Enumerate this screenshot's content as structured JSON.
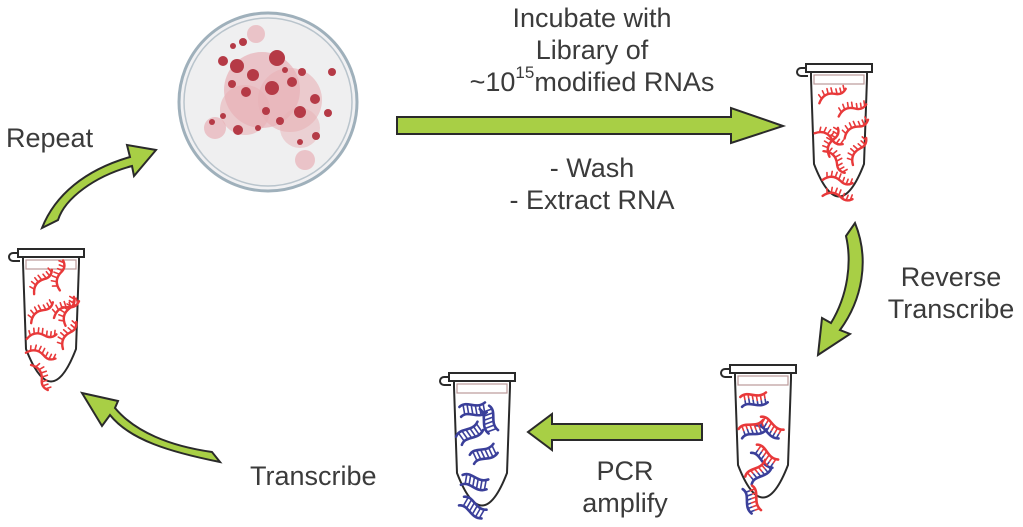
{
  "diagram": {
    "title": "RNA selection cycle",
    "colors": {
      "arrow_fill": "#a8cf45",
      "arrow_stroke": "#2a2a2a",
      "rna_red": "#e8393a",
      "dna_blue": "#3a3f9a",
      "colony_dark": "#b53a46",
      "colony_light": "#e8b1b6",
      "text": "#3b3b3b"
    },
    "labels": {
      "incubate_line1": "Incubate with",
      "incubate_line2": "Library of",
      "incubate_prefix": "~10",
      "incubate_exponent": "15",
      "incubate_suffix": "modified RNAs",
      "wash": "- Wash",
      "extract": "- Extract RNA",
      "reverse_line1": "Reverse",
      "reverse_line2": "Transcribe",
      "pcr_line1": "PCR",
      "pcr_line2": "amplify",
      "transcribe": "Transcribe",
      "repeat": "Repeat"
    },
    "nodes": [
      {
        "id": "petri-dish",
        "description": "cell culture plate with colonies"
      },
      {
        "id": "tube-selected-rna",
        "contents": "single-stranded RNA (red)"
      },
      {
        "id": "tube-cdna",
        "contents": "RNA/DNA hybrids (red + blue)"
      },
      {
        "id": "tube-dna",
        "contents": "double-stranded DNA (blue)"
      },
      {
        "id": "tube-rna-library",
        "contents": "single-stranded RNA (red)"
      }
    ],
    "steps": [
      {
        "from": "petri-dish",
        "to": "tube-selected-rna",
        "label": "Incubate / Wash / Extract RNA"
      },
      {
        "from": "tube-selected-rna",
        "to": "tube-cdna",
        "label": "Reverse Transcribe"
      },
      {
        "from": "tube-cdna",
        "to": "tube-dna",
        "label": "PCR amplify"
      },
      {
        "from": "tube-dna",
        "to": "tube-rna-library",
        "label": "Transcribe"
      },
      {
        "from": "tube-rna-library",
        "to": "petri-dish",
        "label": "Repeat"
      }
    ]
  }
}
